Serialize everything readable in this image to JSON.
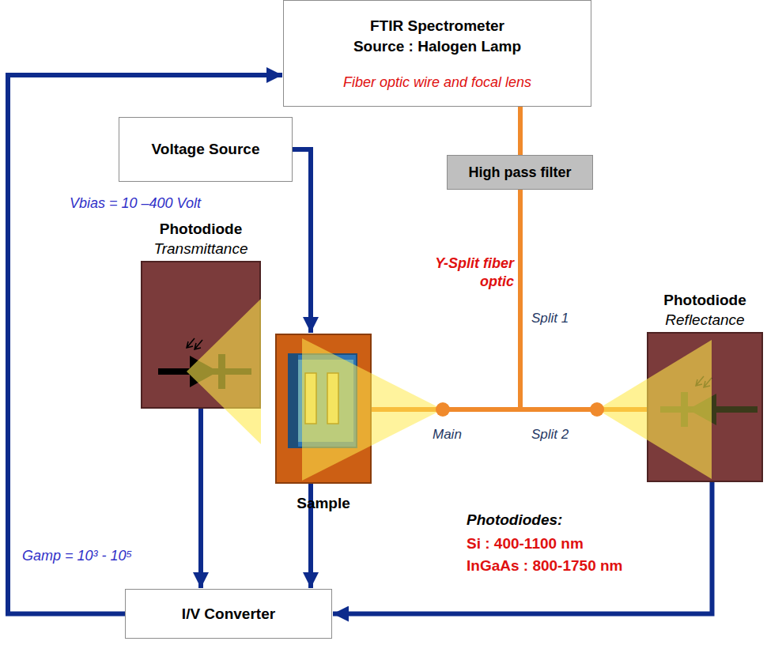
{
  "diagram": {
    "nodes": [
      {
        "text": [
          "FTIR Spectrometer",
          "Source : Halogen Lamp",
          "Fiber optic wire and focal lens"
        ]
      },
      {
        "text": [
          "Voltage Source"
        ]
      },
      {
        "text": [
          "High pass filter"
        ]
      },
      {
        "text": [
          "Photodiode",
          "Transmittance"
        ]
      },
      {
        "text": [
          "Sample"
        ]
      },
      {
        "text": [
          "Photodiode",
          "Reflectance"
        ]
      },
      {
        "text": [
          "I/V Converter"
        ]
      }
    ],
    "edges": [
      {
        "from": 6,
        "to": 0,
        "arrow": "to"
      },
      {
        "from": 1,
        "to": 4,
        "arrow": "to"
      },
      {
        "from": 3,
        "to": 6,
        "arrow": "to"
      },
      {
        "from": 4,
        "to": 6,
        "arrow": "to"
      },
      {
        "from": 5,
        "to": 6,
        "arrow": "to"
      },
      {
        "from": 0,
        "to": 2,
        "arrow": "none"
      },
      {
        "from": 2,
        "to": 4,
        "arrow": "none"
      },
      {
        "from": 2,
        "to": 5,
        "arrow": "none"
      }
    ],
    "labels": [
      "Y-Split fiber optic",
      "Split 1",
      "Main",
      "Split 2",
      "Vbias = 10 –400 Volt",
      "Gamp = 10³ - 10⁵",
      "Photodiodes:",
      "Si : 400-1100 nm",
      "InGaAs : 800-1750 nm"
    ]
  }
}
